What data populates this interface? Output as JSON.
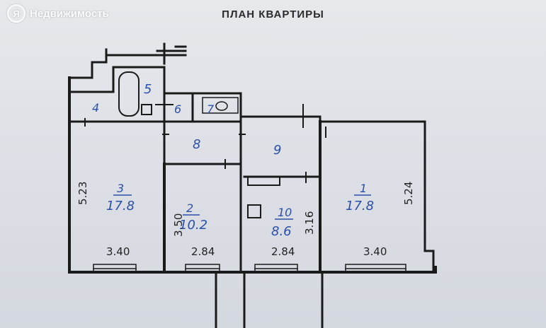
{
  "brand": {
    "name": "Недвижимость",
    "badge": "Я"
  },
  "title": "ПЛАН КВАРТИРЫ",
  "rooms": [
    {
      "id": "1",
      "area": "17.8"
    },
    {
      "id": "2",
      "area": "10.2"
    },
    {
      "id": "3",
      "area": "17.8"
    },
    {
      "id": "4"
    },
    {
      "id": "5"
    },
    {
      "id": "6"
    },
    {
      "id": "7"
    },
    {
      "id": "8"
    },
    {
      "id": "9"
    },
    {
      "id": "10",
      "area": "8.6"
    }
  ],
  "dimensions": {
    "room3_height": "5.23",
    "room3_width": "3.40",
    "room2_height": "3.50",
    "room2_width": "2.84",
    "room10_height": "3.16",
    "room10_width": "2.84",
    "room1_height": "5.24",
    "room1_width": "3.40"
  },
  "colors": {
    "ink": "#1a1a1a",
    "handwriting": "#2c4fa8",
    "paper": "#dfe3e8"
  }
}
